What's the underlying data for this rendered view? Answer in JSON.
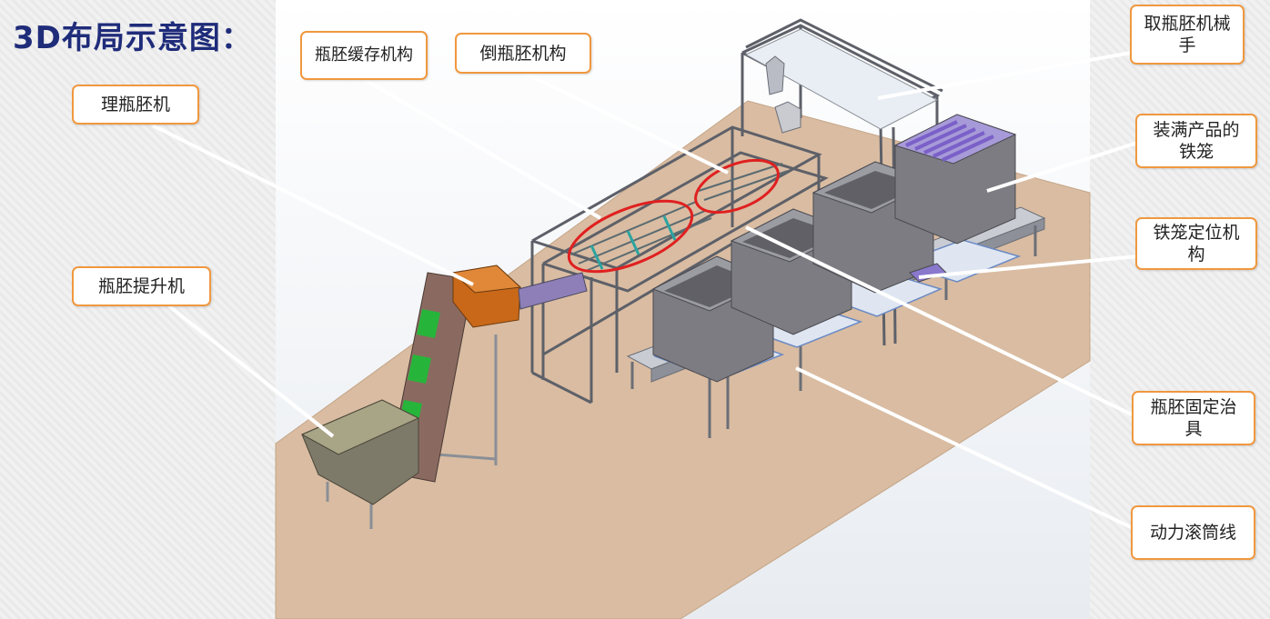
{
  "slide": {
    "title": "3D布局示意图："
  },
  "labels": {
    "bottle_sorter": "理瓶胚机",
    "bottle_elevator": "瓶胚提升机",
    "buffer_mechanism": "瓶胚缓存机构",
    "tilt_mechanism": "倒瓶胚机构",
    "robot_arm": "取瓶胚机械手",
    "full_cage": "装满产品的铁笼",
    "cage_positioning": "铁笼定位机构",
    "fixture": "瓶胚固定治具",
    "roller_line": "动力滚筒线"
  },
  "colors": {
    "callout_border": "#f0983f",
    "leader_line": "#ffffff",
    "title": "#1f2c7a",
    "floor": "#d9bca2",
    "frame": "#5d6068",
    "cage": "#7c7c82",
    "cage_product": "#8a6fd0",
    "elevator_body": "#8a6a60",
    "elevator_window": "#26b53a",
    "sorter": "#c86818",
    "highlight_ellipse": "#e02020"
  }
}
